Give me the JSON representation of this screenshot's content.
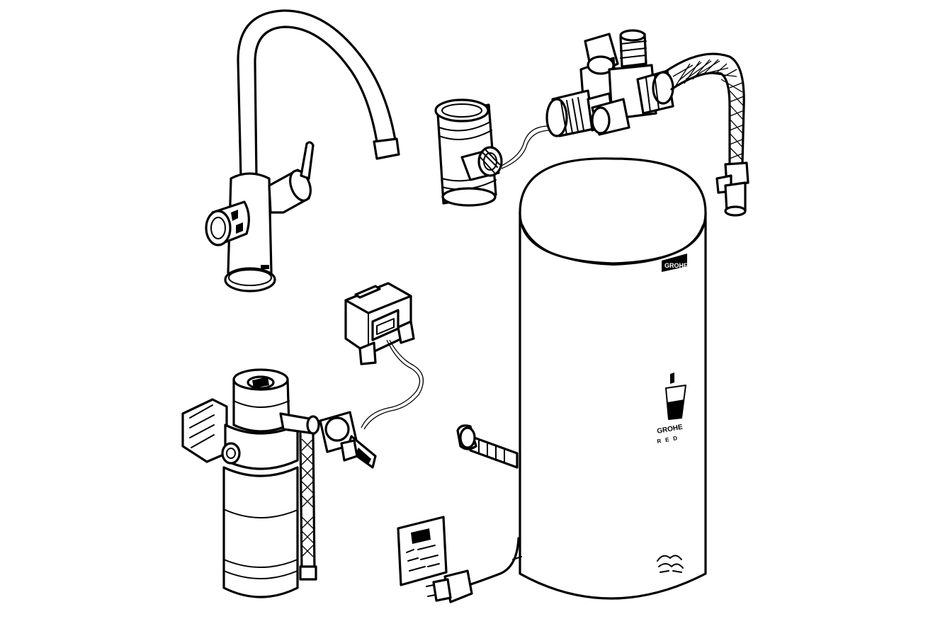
{
  "figure": {
    "kind": "exploded product illustration",
    "line_color": "#000000",
    "background_color": "#ffffff"
  },
  "boiler": {
    "logo_top": "GROHE",
    "logo_side": "GROHE",
    "logo_side_sub": "RED"
  }
}
